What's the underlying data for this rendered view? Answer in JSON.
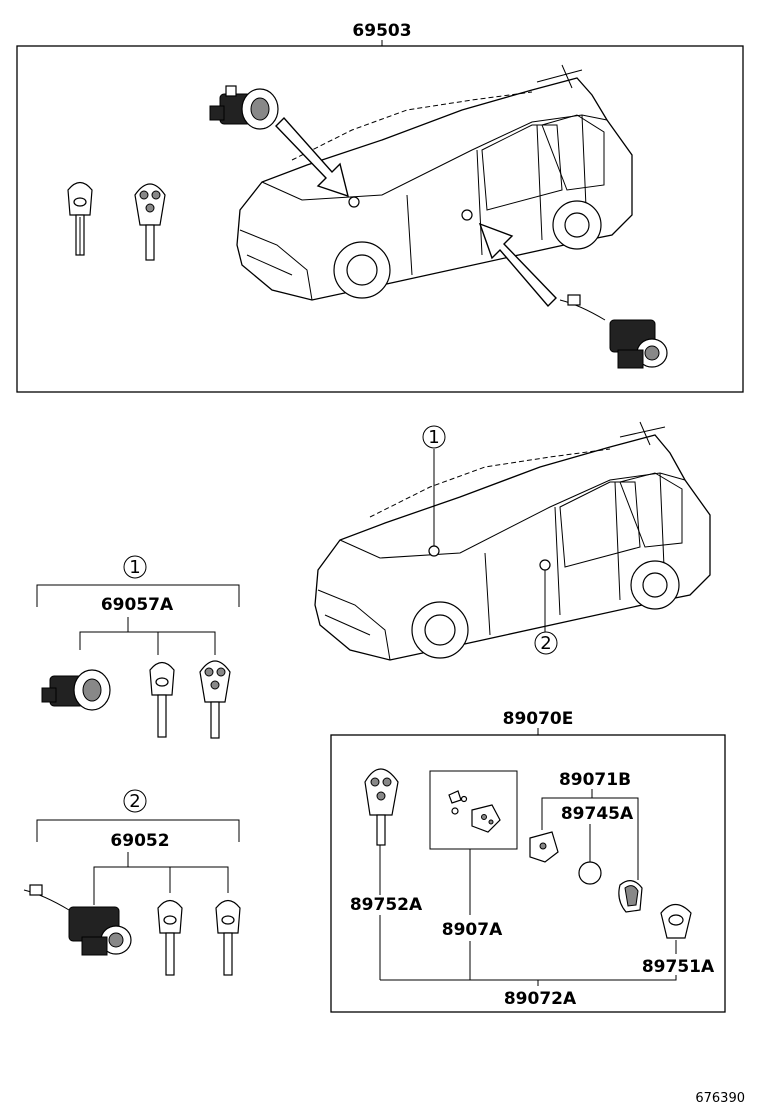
{
  "labels": {
    "kit_top": "69503",
    "set1": "69057A",
    "set2": "69052",
    "box": "89070E",
    "b1": "89071B",
    "b2": "89745A",
    "b3": "89752A",
    "b4": "8907A",
    "b5": "89751A",
    "b6": "89072A",
    "ref1": "1",
    "ref2": "2",
    "figure_id": "676390"
  },
  "icons": {
    "car": "car-outline-icon",
    "key": "key-icon",
    "fob_key": "remote-key-icon",
    "lock": "lock-cylinder-icon"
  }
}
